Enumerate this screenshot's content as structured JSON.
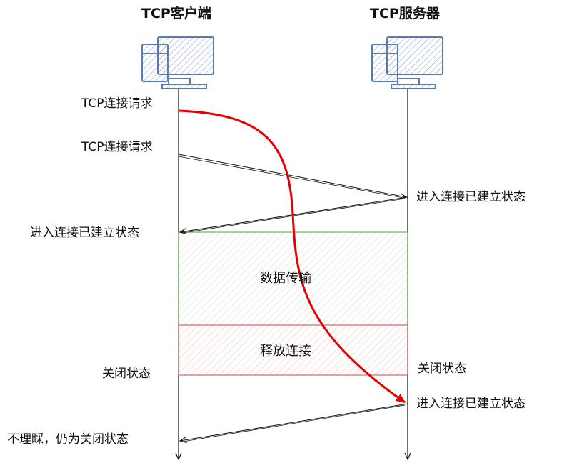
{
  "client": {
    "title": "TCP客户端",
    "icon": "computer-icon"
  },
  "server": {
    "title": "TCP服务器",
    "icon": "computer-icon"
  },
  "labels": {
    "client_req_1": "TCP连接请求",
    "client_req_2": "TCP连接请求",
    "server_established": "进入连接已建立状态",
    "client_established": "进入连接已建立状态",
    "data_transfer": "数据传输",
    "release": "释放连接",
    "client_closed": "关闭状态",
    "server_closed": "关闭状态",
    "server_established_2": "进入连接已建立状态",
    "client_ignore": "不理睬，仍为关闭状态"
  },
  "colors": {
    "line": "#111111",
    "icon": "#5b79b0",
    "data_band": "#5a9a4a",
    "release_band": "#c24a4a",
    "delayed_curve": "#e60000"
  }
}
